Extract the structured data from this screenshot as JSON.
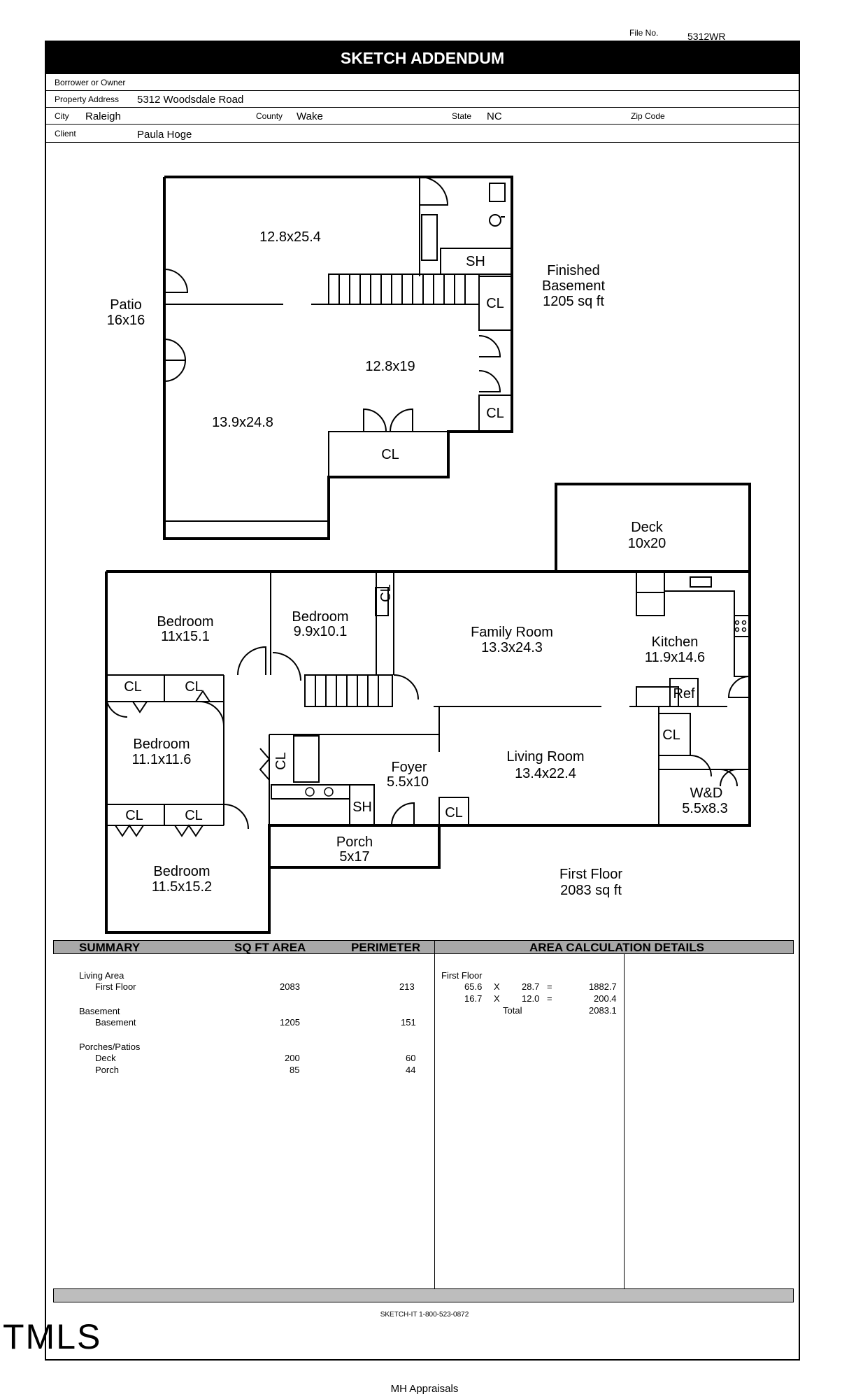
{
  "header": {
    "file_no_label": "File No.",
    "file_no": "5312WR",
    "title": "SKETCH ADDENDUM",
    "borrower_label": "Borrower or Owner",
    "borrower": "",
    "address_label": "Property Address",
    "address": "5312 Woodsdale Road",
    "city_label": "City",
    "city": "Raleigh",
    "county_label": "County",
    "county": "Wake",
    "state_label": "State",
    "state": "NC",
    "zip_label": "Zip Code",
    "zip": "",
    "client_label": "Client",
    "client": "Paula Hoge"
  },
  "basement": {
    "title_line1": "Finished",
    "title_line2": "Basement",
    "area": "1205 sq ft",
    "rooms": {
      "r1": "12.8x25.4",
      "r2": "12.8x19",
      "r3": "13.9x24.8",
      "sh": "SH",
      "cl1": "CL",
      "cl2": "CL",
      "cl3": "CL"
    },
    "patio_label": "Patio",
    "patio_dims": "16x16"
  },
  "first_floor": {
    "title": "First Floor",
    "area": "2083 sq ft",
    "deck_label": "Deck",
    "deck_dims": "10x20",
    "bed1_label": "Bedroom",
    "bed1_dims": "11x15.1",
    "bed2_label": "Bedroom",
    "bed2_dims": "9.9x10.1",
    "bed3_label": "Bedroom",
    "bed3_dims": "11.1x11.6",
    "bed4_label": "Bedroom",
    "bed4_dims": "11.5x15.2",
    "family_label": "Family Room",
    "family_dims": "13.3x24.3",
    "kitchen_label": "Kitchen",
    "kitchen_dims": "11.9x14.6",
    "living_label": "Living Room",
    "living_dims": "13.4x22.4",
    "foyer_label": "Foyer",
    "foyer_dims": "5.5x10",
    "wd_label": "W&D",
    "wd_dims": "5.5x8.3",
    "porch_label": "Porch",
    "porch_dims": "5x17",
    "ref": "Ref",
    "sh": "SH",
    "cl": "CL"
  },
  "summary": {
    "head_summary": "SUMMARY",
    "head_area": "SQ FT AREA",
    "head_perimeter": "PERIMETER",
    "head_details": "AREA CALCULATION DETAILS",
    "living_area": "Living Area",
    "first_floor": "First Floor",
    "first_floor_area": "2083",
    "first_floor_perim": "213",
    "basement_group": "Basement",
    "basement": "Basement",
    "basement_area": "1205",
    "basement_perim": "151",
    "porches_group": "Porches/Patios",
    "deck": "Deck",
    "deck_area": "200",
    "deck_perim": "60",
    "porch": "Porch",
    "porch_area": "85",
    "porch_perim": "44",
    "calc_title": "First Floor",
    "calc1_a": "65.6",
    "calc1_x": "X",
    "calc1_b": "28.7",
    "calc1_eq": "=",
    "calc1_r": "1882.7",
    "calc2_a": "16.7",
    "calc2_x": "X",
    "calc2_b": "12.0",
    "calc2_eq": "=",
    "calc2_r": "200.4",
    "total_label": "Total",
    "total": "2083.1"
  },
  "footer": {
    "sketch": "SKETCH-IT 1-800-523-0872",
    "company": "MH Appraisals",
    "logo": "TMLS"
  }
}
